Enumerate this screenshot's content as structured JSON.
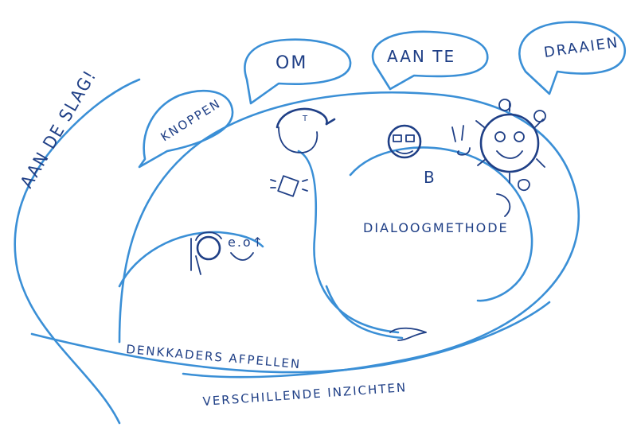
{
  "labels": {
    "aan_de_slag": "AAN DE SLAG!",
    "knoppen": "KNOPPEN",
    "om": "OM",
    "aan_te": "AAN TE",
    "draaien": "DRAAIEN",
    "b": "B",
    "dialoogmethode": "DIALOOGMETHODE",
    "denkkaders": "DENKKADERS AFPELLEN",
    "verschillende": "VERSCHILLENDE INZICHTEN",
    "thought": "e.o↑"
  },
  "colors": {
    "line": "#3a8fd6",
    "ink": "#1f3f86",
    "background": "#ffffff"
  }
}
